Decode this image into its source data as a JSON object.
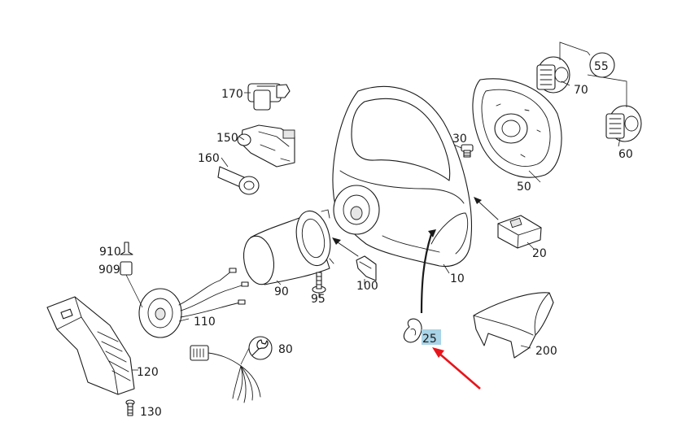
{
  "diagram": {
    "labels": {
      "p10": "10",
      "p20": "20",
      "p25": "25",
      "p30": "30",
      "p50": "50",
      "p55": "55",
      "p60": "60",
      "p70": "70",
      "p80": "80",
      "p90": "90",
      "p95": "95",
      "p100": "100",
      "p110": "110",
      "p120": "120",
      "p130": "130",
      "p150": "150",
      "p160": "160",
      "p170": "170",
      "p200": "200",
      "p909": "909",
      "p910": "910"
    },
    "highlight": {
      "part": "25",
      "color": "#a9d3e6"
    },
    "pointer_arrow_color": "#e8141b"
  }
}
